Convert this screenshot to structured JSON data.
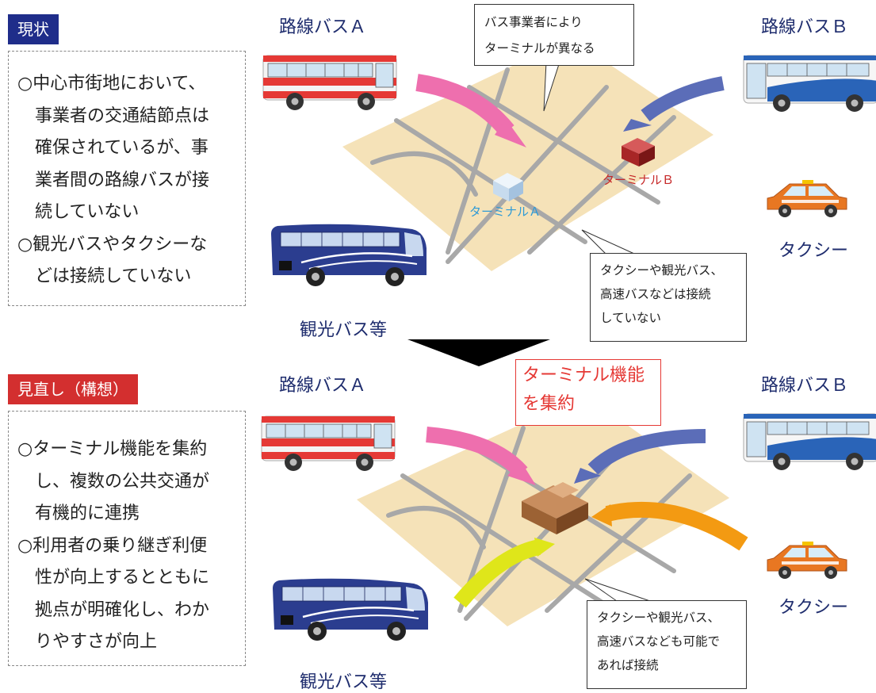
{
  "top": {
    "badge": "現状",
    "bullets": [
      {
        "line": "○中心市街地において、",
        "indent": false
      },
      {
        "line": "事業者の交通結節点は",
        "indent": true
      },
      {
        "line": "確保されているが、事",
        "indent": true
      },
      {
        "line": "業者間の路線バスが接",
        "indent": true
      },
      {
        "line": "続していない",
        "indent": true
      },
      {
        "line": "○観光バスやタクシーな",
        "indent": false
      },
      {
        "line": "どは接続していない",
        "indent": true
      }
    ],
    "bus_a_label": "路線バスＡ",
    "bus_b_label": "路線バスＢ",
    "taxi_label": "タクシー",
    "tour_bus_label": "観光バス等",
    "terminal_a_label": "ターミナルＡ",
    "terminal_b_label": "ターミナルＢ",
    "callout_top": [
      "バス事業者により",
      "ターミナルが異なる"
    ],
    "callout_bottom": [
      "タクシーや観光バス、",
      "高速バスなどは接続",
      "していない"
    ]
  },
  "bottom": {
    "badge": "見直し（構想）",
    "bullets": [
      {
        "line": "○ターミナル機能を集約",
        "indent": false
      },
      {
        "line": "し、複数の公共交通が",
        "indent": true
      },
      {
        "line": "有機的に連携",
        "indent": true
      },
      {
        "line": "○利用者の乗り継ぎ利便",
        "indent": false
      },
      {
        "line": "性が向上するとともに",
        "indent": true
      },
      {
        "line": "拠点が明確化し、わか",
        "indent": true
      },
      {
        "line": "りやすさが向上",
        "indent": true
      }
    ],
    "bus_a_label": "路線バスＡ",
    "bus_b_label": "路線バスＢ",
    "taxi_label": "タクシー",
    "tour_bus_label": "観光バス等",
    "highlight_box": [
      "ターミナル機能",
      "を集約"
    ],
    "callout": [
      "タクシーや観光バス、",
      "高速バスなども可能で",
      "あれば接続"
    ]
  },
  "colors": {
    "badge_current": "#1f2d8a",
    "badge_future": "#d32f2f",
    "map_fill": "#f5e2b8",
    "road": "#a8a8a8",
    "arrow_pink": "#ee6fae",
    "arrow_blue": "#5b6db8",
    "arrow_orange": "#f39a12",
    "arrow_yellow": "#dfe61a"
  },
  "icons": {
    "bus_a": "red-route-bus-icon",
    "bus_b": "blue-route-bus-icon",
    "taxi": "taxi-icon",
    "tour_bus": "tour-bus-icon",
    "terminal_a": "terminal-a-building-icon",
    "terminal_b": "terminal-b-building-icon",
    "hub": "integrated-terminal-icon",
    "down_arrow": "down-triangle-arrow-icon"
  }
}
